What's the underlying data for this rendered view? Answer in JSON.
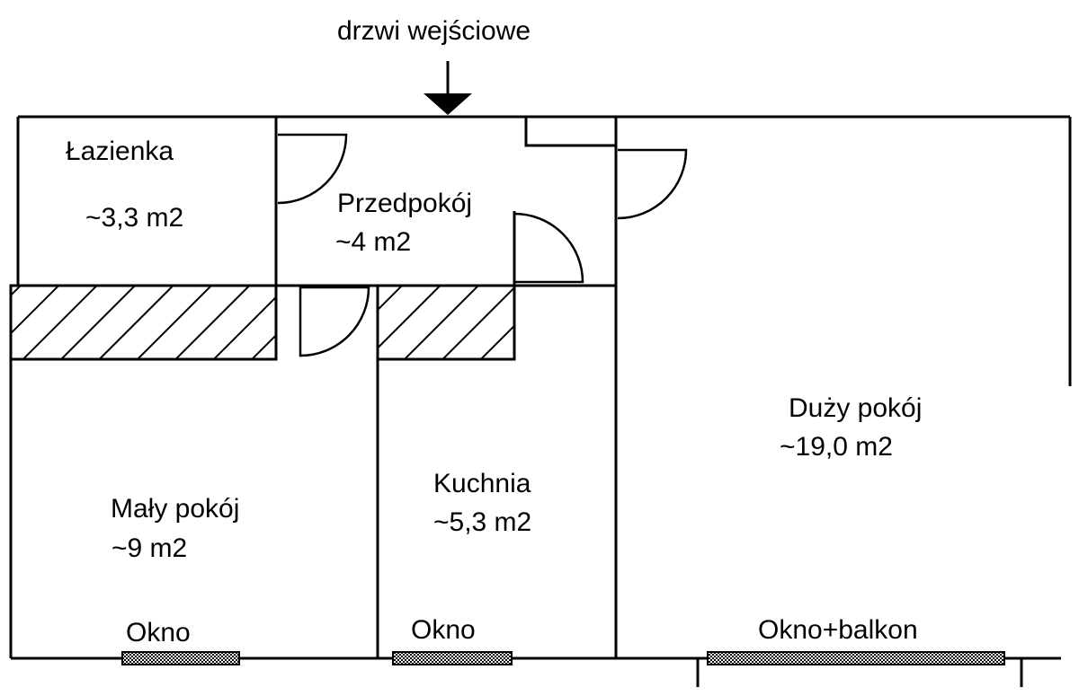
{
  "entrance": {
    "label": "drzwi wejściowe"
  },
  "rooms": {
    "bathroom": {
      "name": "Łazienka",
      "area": "~3,3 m2"
    },
    "hallway": {
      "name": "Przedpokój",
      "area": "~4 m2"
    },
    "small_room": {
      "name": "Mały pokój",
      "area": "~9 m2"
    },
    "kitchen": {
      "name": "Kuchnia",
      "area": "~5,3 m2"
    },
    "large_room": {
      "name": "Duży pokój",
      "area": "~19,0 m2"
    }
  },
  "windows": {
    "small_room": "Okno",
    "kitchen": "Okno",
    "large_room": "Okno+balkon"
  },
  "colors": {
    "line": "#000000",
    "background": "#ffffff"
  }
}
